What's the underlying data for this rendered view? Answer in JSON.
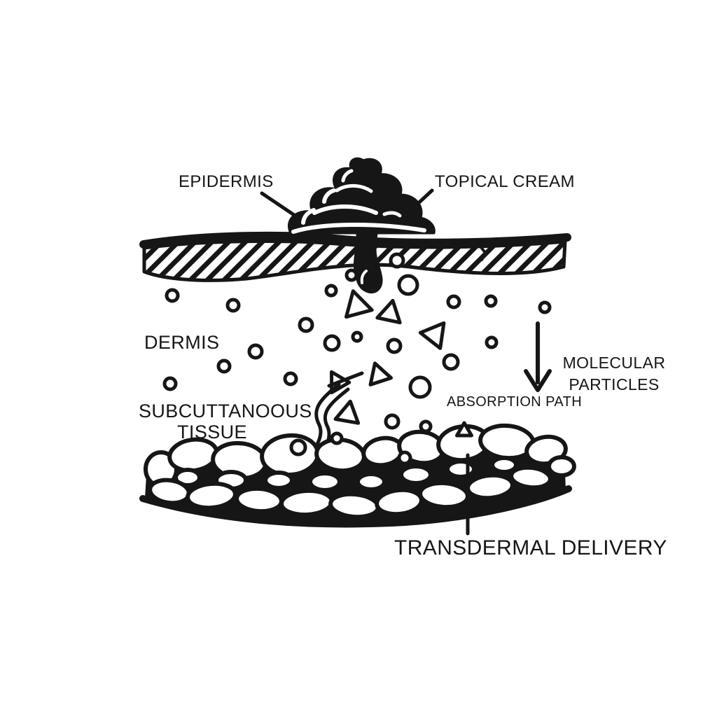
{
  "diagram": {
    "title_context": "Transdermal delivery of topical cream through skin layers",
    "colors": {
      "ink": "#161616",
      "background": "#ffffff"
    },
    "labels": {
      "epidermis": "EPIDERMIS",
      "topical_cream": "TOPICAL CREAM",
      "dermis": "DERMIS",
      "subcutaneous_line1": "SUBCUTTANOOUS",
      "subcutaneous_line2": "TISSUE",
      "molecular_line1": "MOLECULAR",
      "molecular_line2": "PARTICLES",
      "absorption_path": "ABSORPTION PATH",
      "transdermal_delivery": "TRANSDERMAL DELIVERY"
    },
    "elements": {
      "skin_surface": "thick wavy line with diagonal-hatched epidermis band",
      "cream": "black soft-serve swirl dollop on skin surface with drip penetrating epidermis",
      "particles": {
        "circle_count": 25,
        "triangle_count": 7
      },
      "absorption_arrow": "downward arrow",
      "fat_cells": "oval cell cluster band forming subcutaneous tissue"
    }
  }
}
